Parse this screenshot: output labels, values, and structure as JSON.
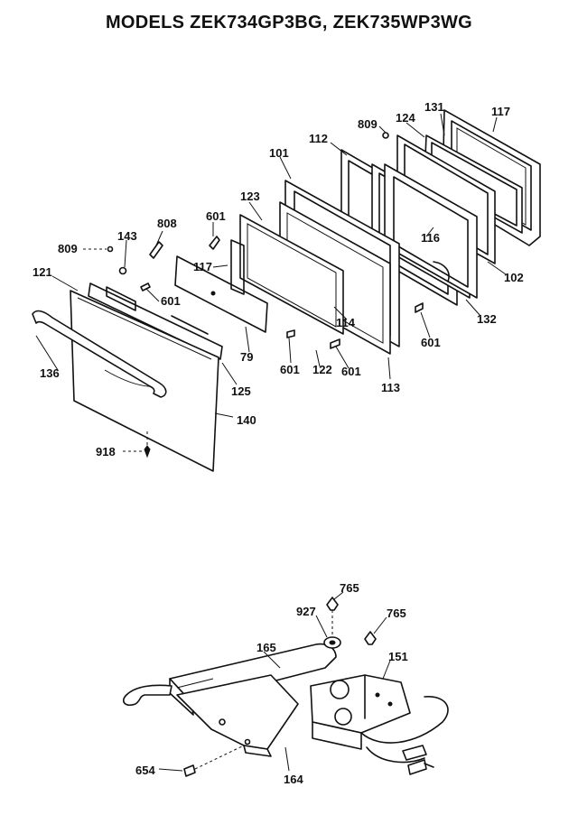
{
  "title": "MODELS ZEK734GP3BG, ZEK735WP3WG",
  "callouts": {
    "c809a": "809",
    "c124": "124",
    "c131": "131",
    "c117a": "117",
    "c112": "112",
    "c101": "101",
    "c123": "123",
    "c601a": "601",
    "c808": "808",
    "c143": "143",
    "c809b": "809",
    "c117b": "117",
    "c121": "121",
    "c601b": "601",
    "c116": "116",
    "c102": "102",
    "c132": "132",
    "c601c": "601",
    "c114": "114",
    "c79": "79",
    "c601d": "601",
    "c122": "122",
    "c601e": "601",
    "c113": "113",
    "c136": "136",
    "c125": "125",
    "c140": "140",
    "c918": "918",
    "c765a": "765",
    "c927": "927",
    "c765b": "765",
    "c165": "165",
    "c151": "151",
    "c654": "654",
    "c164": "164"
  }
}
